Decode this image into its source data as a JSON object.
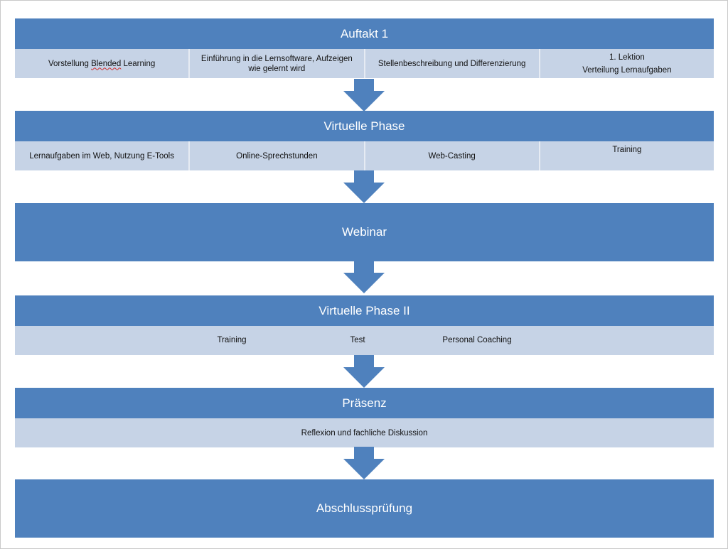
{
  "stages": {
    "auftakt": {
      "title": "Auftakt 1",
      "items": {
        "c1_a": "Vorstellung ",
        "c1_b": "Blended",
        "c1_c": " Learning",
        "c2": "Einführung in die Lernsoftware, Aufzeigen wie gelernt wird",
        "c3": "Stellenbeschreibung und Differenzierung",
        "c4_line1": "1. Lektion",
        "c4_line2": "Verteilung Lernaufgaben"
      }
    },
    "virtuell": {
      "title": "Virtuelle Phase",
      "items": [
        "Lernaufgaben im Web, Nutzung E-Tools",
        "Online-Sprechstunden",
        "Web-Casting",
        "Training"
      ]
    },
    "webinar": {
      "title": "Webinar"
    },
    "virtuell2": {
      "title": "Virtuelle Phase II",
      "items": [
        "Training",
        "Test",
        "Personal Coaching"
      ]
    },
    "praesenz": {
      "title": "Präsenz",
      "item": "Reflexion und fachliche Diskussion"
    },
    "abschluss": {
      "title": "Abschlussprüfung"
    }
  },
  "colors": {
    "bar": "#4f81bd",
    "cell": "#c6d3e6",
    "arrow": "#4f81bd",
    "spellcheck": "#d03030"
  },
  "icons": {
    "connector": "down-arrow-icon"
  }
}
